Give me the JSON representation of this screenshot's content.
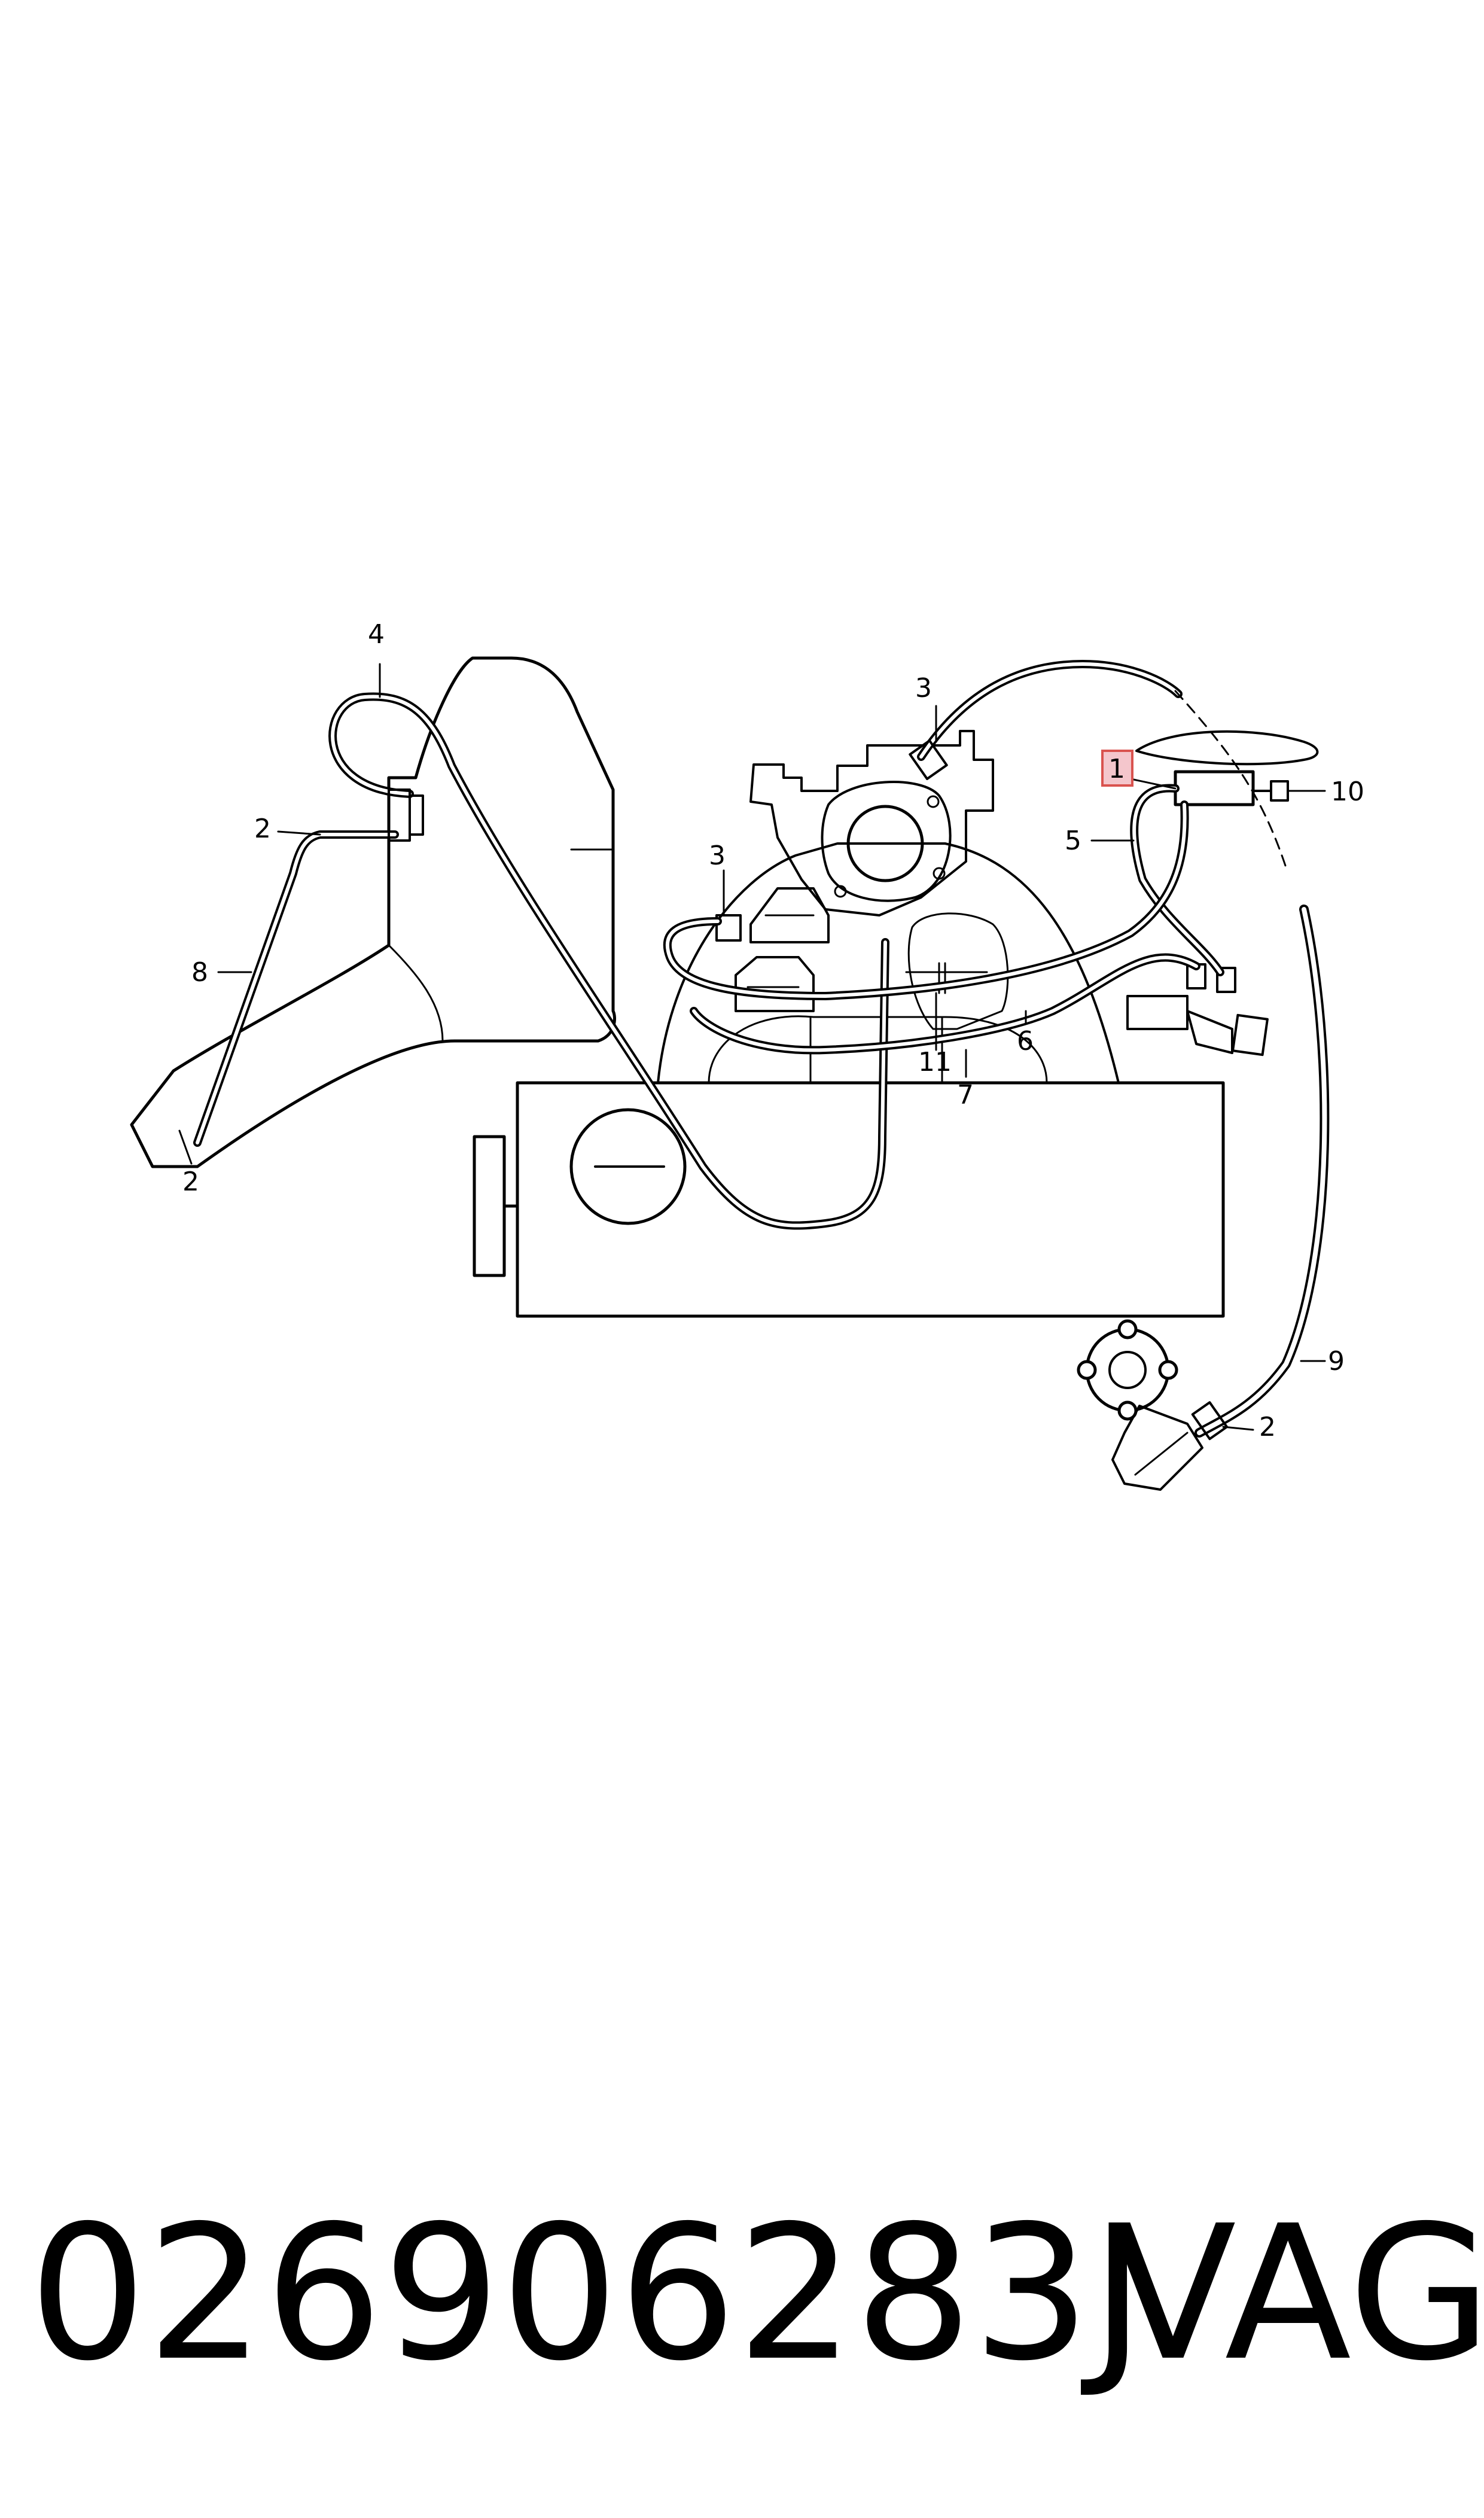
{
  "callouts": [
    {
      "id": "c1",
      "text": "1",
      "highlight": true
    },
    {
      "id": "c2a",
      "text": "2"
    },
    {
      "id": "c2b",
      "text": "2"
    },
    {
      "id": "c2c",
      "text": "2"
    },
    {
      "id": "c3a",
      "text": "3"
    },
    {
      "id": "c3b",
      "text": "3"
    },
    {
      "id": "c4",
      "text": "4"
    },
    {
      "id": "c5",
      "text": "5"
    },
    {
      "id": "c6",
      "text": "6"
    },
    {
      "id": "c7",
      "text": "7"
    },
    {
      "id": "c8",
      "text": "8"
    },
    {
      "id": "c9",
      "text": "9"
    },
    {
      "id": "c10",
      "text": "10"
    },
    {
      "id": "c11",
      "text": "11"
    }
  ],
  "footer": {
    "part_number": "026906283J",
    "brand": "VAG"
  },
  "colors": {
    "line": "#000000",
    "highlight_fill": "#f4c6cc",
    "highlight_stroke": "#d9534f"
  }
}
